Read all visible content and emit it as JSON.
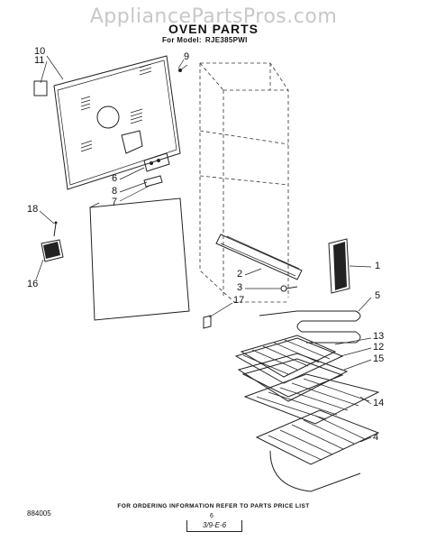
{
  "watermark": "AppliancePartsPros.com",
  "title": "OVEN PARTS",
  "model_prefix": "For Model:",
  "model_number": "RJE385PWI",
  "callouts": {
    "c10": "10",
    "c11": "11",
    "c6": "6",
    "c8": "8",
    "c7": "7",
    "c18": "18",
    "c16": "16",
    "c2": "2",
    "c3": "3",
    "c17": "17",
    "c1": "1",
    "c5": "5",
    "c13": "13",
    "c12": "12",
    "c15": "15",
    "c14": "14",
    "c4": "4",
    "c9": "9"
  },
  "footer_note": "FOR ORDERING INFORMATION REFER TO PARTS PRICE LIST",
  "page_code": "884005",
  "page_number": "6",
  "date_code": "3/9-E-6"
}
